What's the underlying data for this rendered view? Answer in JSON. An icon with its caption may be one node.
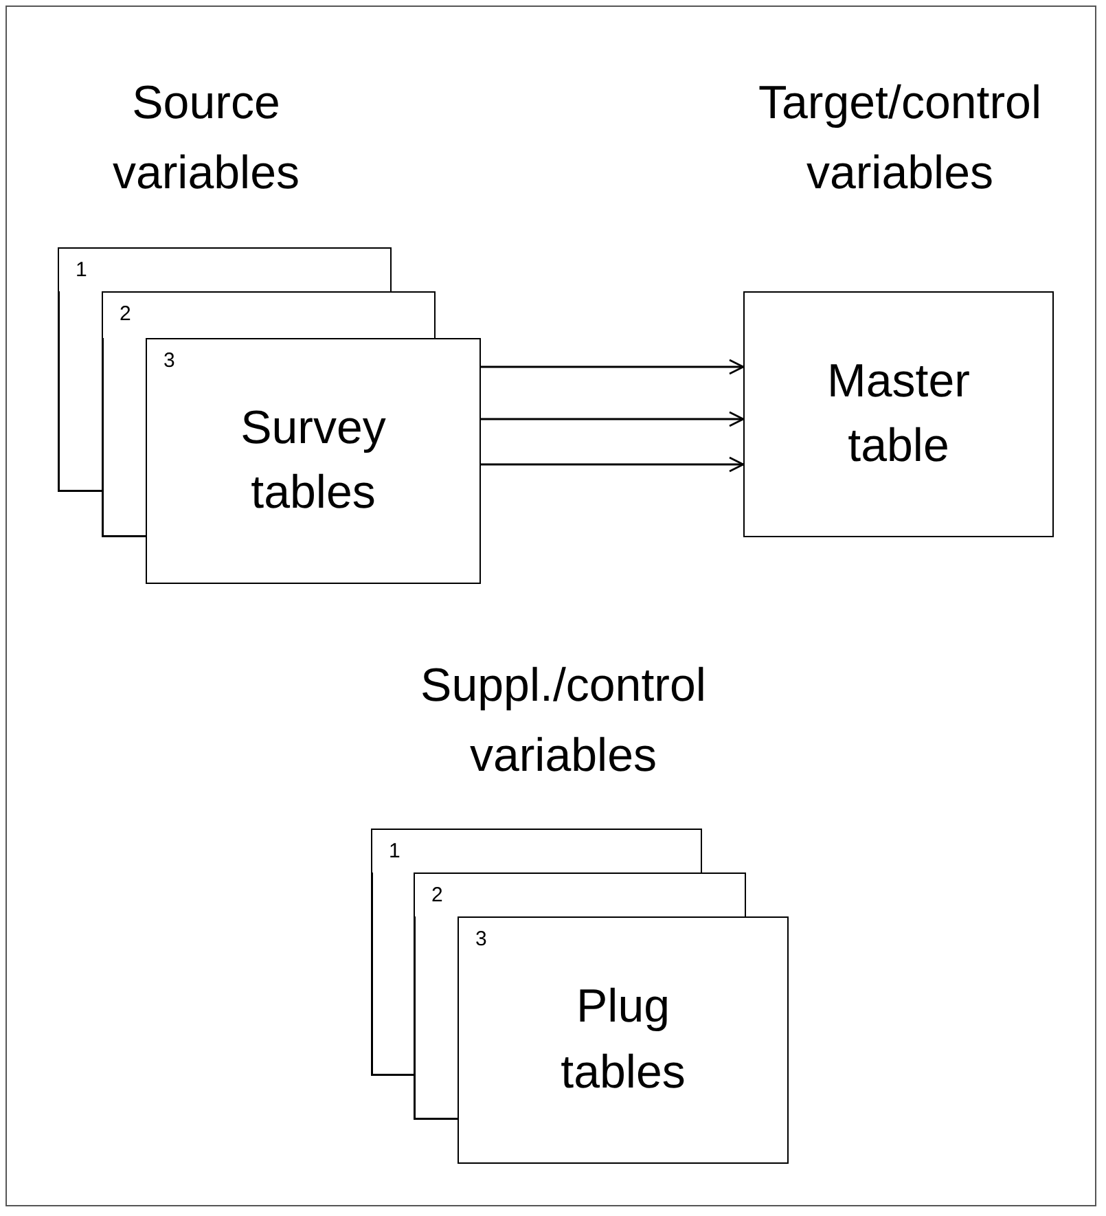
{
  "diagram": {
    "nodes": [
      {
        "text": [
          "1"
        ]
      },
      {
        "text": [
          "2"
        ]
      },
      {
        "text": [
          "3",
          "Survey tables"
        ]
      },
      {
        "text": [
          "Master table"
        ]
      },
      {
        "text": [
          "1"
        ]
      },
      {
        "text": [
          "2"
        ]
      },
      {
        "text": [
          "3",
          "Plug tables"
        ]
      }
    ],
    "edges": [
      {
        "from": 2,
        "to": 3,
        "arrow": "to"
      },
      {
        "from": 2,
        "to": 3,
        "arrow": "to"
      },
      {
        "from": 2,
        "to": 3,
        "arrow": "to"
      }
    ],
    "labels": [
      "Source variables",
      "Target/control variables",
      "Suppl./control variables"
    ]
  }
}
